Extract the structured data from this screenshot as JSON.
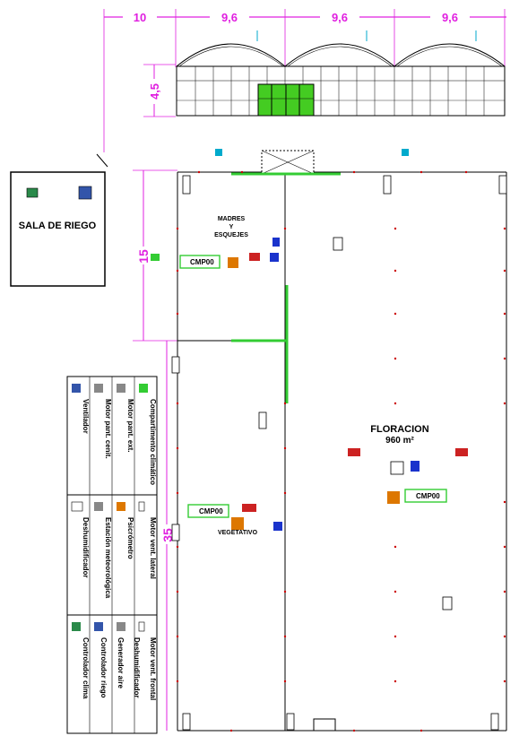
{
  "dimensions": {
    "top_segments": [
      "10",
      "9,6",
      "9,6",
      "9,6"
    ],
    "height_label": "4,5",
    "left_short": "15",
    "left_long": "35"
  },
  "labels": {
    "irrigation_room": "SALA DE RIEGO",
    "mothers_line1": "MADRES",
    "mothers_line2": "Y",
    "mothers_line3": "ESQUEJES",
    "flowering": "FLORACION",
    "flowering_area": "960 m²",
    "vegetative": "VEGETATIVO",
    "cmp_tag": "CMP00"
  },
  "legend": {
    "col1": [
      "Compartimento climático",
      "Motor pant. ext.",
      "Motor pant. cenit.",
      "Ventilador"
    ],
    "col2": [
      "Motor vent. lateral",
      "Psicrómetro",
      "Estación meteorológica",
      "Deshumidificador"
    ],
    "col3": [
      "Motor vent. frontal",
      "Deshumidificador",
      "Generador aire",
      "Controlador riego",
      "Controlador clima"
    ]
  },
  "colors": {
    "dimension": "#e020e0",
    "wall": "#000000",
    "partition": "#33cc33",
    "marker": "#cc0000",
    "device": "#1a33cc"
  }
}
